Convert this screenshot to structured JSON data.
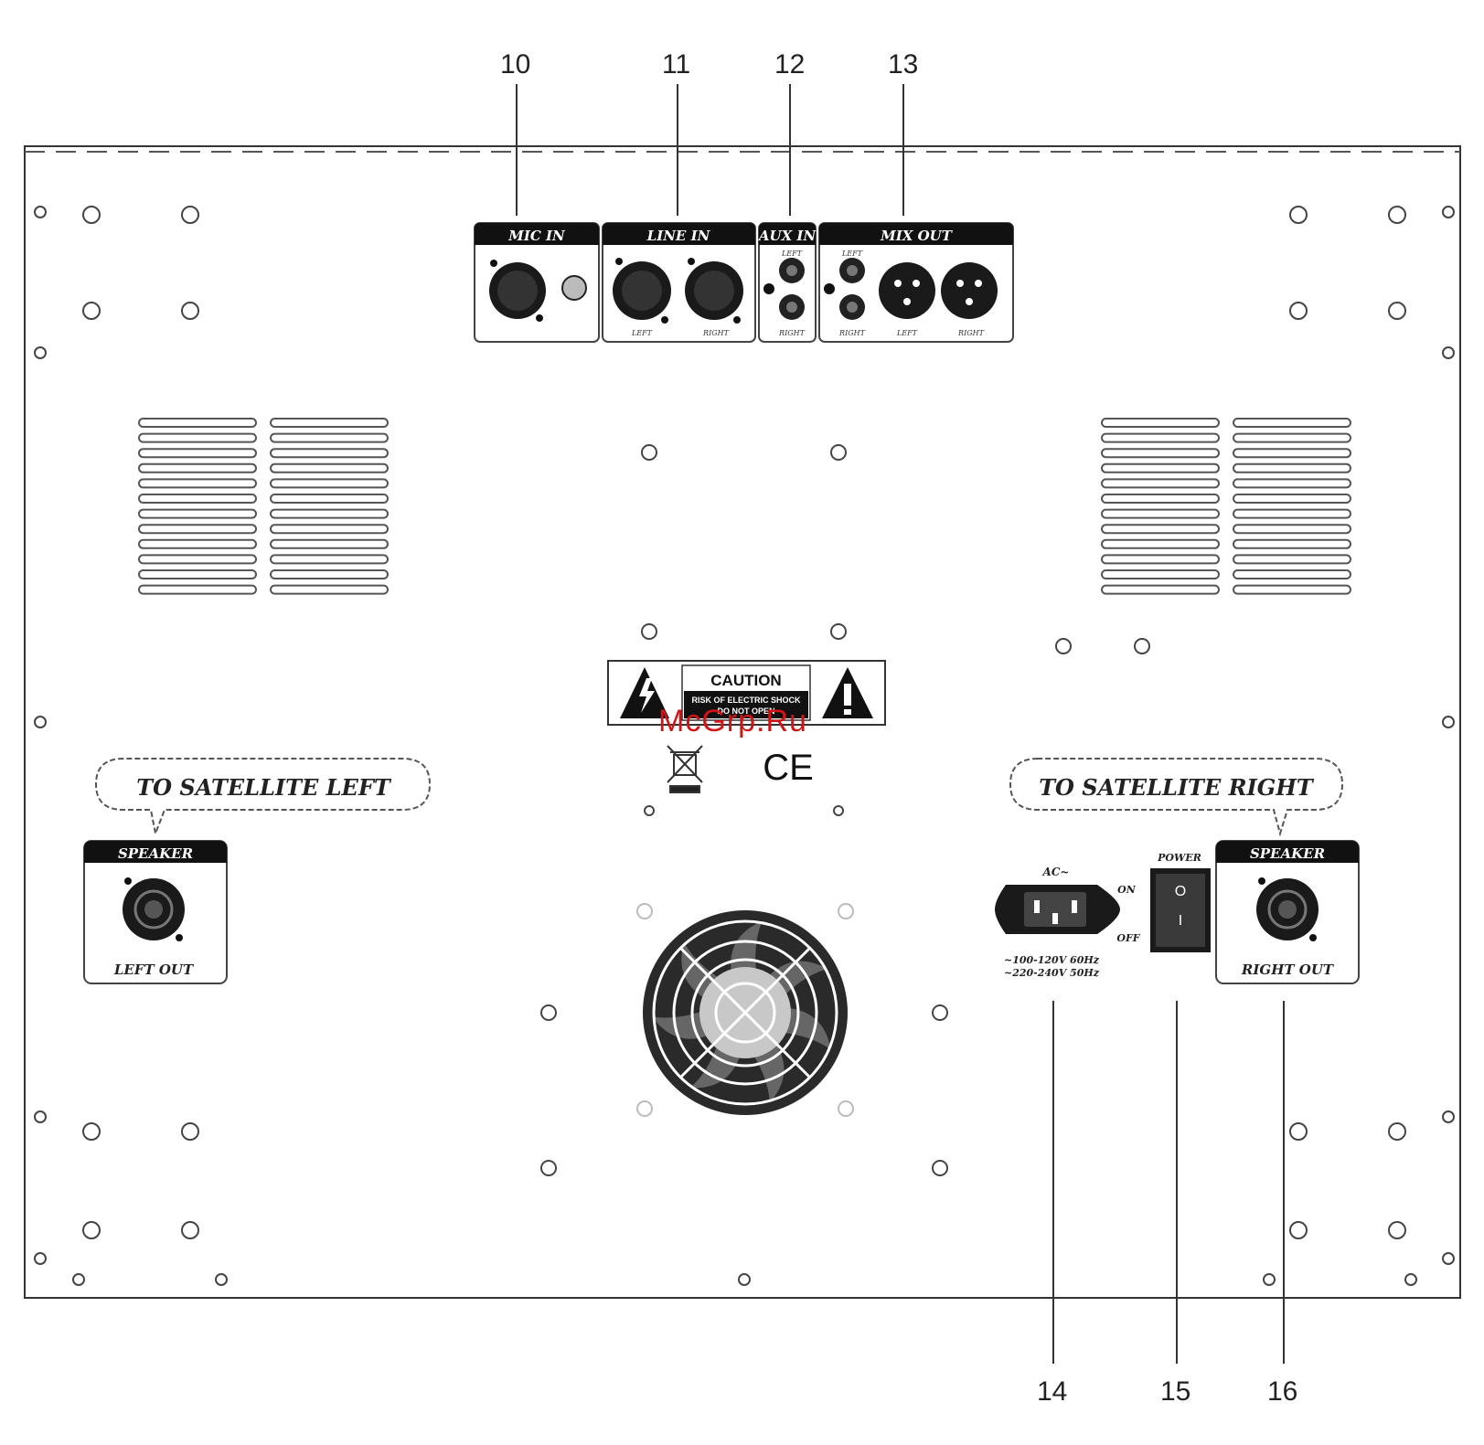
{
  "callouts": {
    "c10": "10",
    "c11": "11",
    "c12": "12",
    "c13": "13",
    "c14": "14",
    "c15": "15",
    "c16": "16"
  },
  "io_panels": {
    "mic_in": "MIC IN",
    "line_in": "LINE IN",
    "line_left": "LEFT",
    "line_right": "RIGHT",
    "aux_in": "AUX IN",
    "aux_left": "LEFT",
    "aux_right": "RIGHT",
    "mix_out": "MIX OUT",
    "mix_rca_left": "LEFT",
    "mix_rca_right": "RIGHT",
    "mix_xlr_left": "LEFT",
    "mix_xlr_right": "RIGHT"
  },
  "caution": {
    "title": "CAUTION",
    "line1": "RISK OF ELECTRIC SHOCK",
    "line2": "DO NOT OPEN"
  },
  "ce_mark": "CE",
  "speaker_left": {
    "bubble": "TO SATELLITE LEFT",
    "title": "SPEAKER",
    "label": "LEFT OUT"
  },
  "speaker_right": {
    "bubble": "TO SATELLITE RIGHT",
    "title": "SPEAKER",
    "label": "RIGHT OUT"
  },
  "power": {
    "ac_label": "AC~",
    "on": "ON",
    "off": "OFF",
    "voltage_1": "~100-120V 60Hz",
    "voltage_2": "~220-240V 50Hz",
    "switch_label": "POWER",
    "switch_on_mark": "O",
    "switch_off_mark": "I"
  },
  "watermark": "McGrp.Ru",
  "colors": {
    "line": "#333333",
    "panel_fill": "#ffffff",
    "connector": "#1a1a1a",
    "watermark": "#d21414"
  }
}
